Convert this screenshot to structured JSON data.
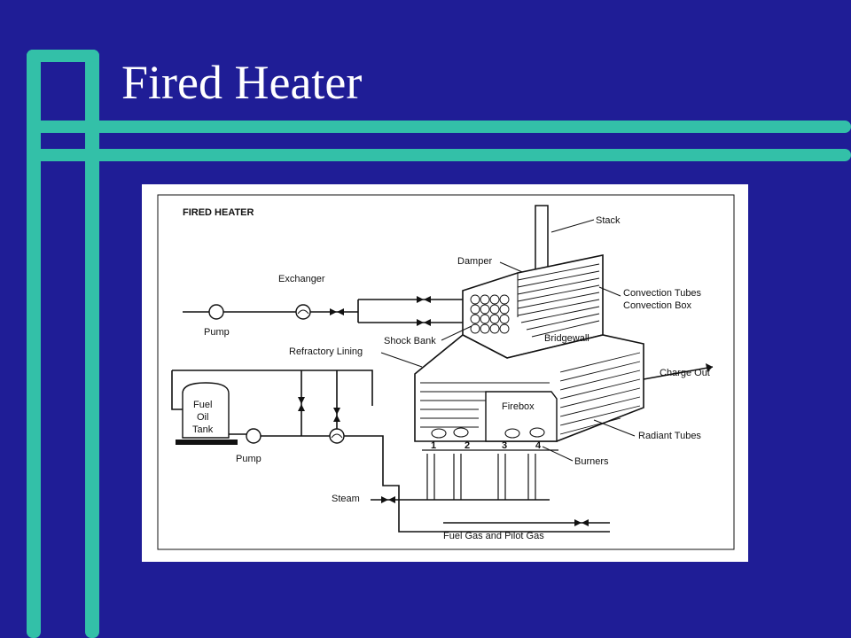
{
  "slide": {
    "title": "Fired Heater",
    "colors": {
      "background": "#1f1d96",
      "accent": "#33c0a8",
      "title": "#ffffff"
    }
  },
  "figure": {
    "caption": "FIRED HEATER",
    "labels": {
      "stack": "Stack",
      "damper": "Damper",
      "exchanger": "Exchanger",
      "convection_tubes": "Convection Tubes",
      "convection_box": "Convection Box",
      "pump_top": "Pump",
      "shock_bank": "Shock Bank",
      "bridgewall": "Bridgewall",
      "refractory_lining": "Refractory Lining",
      "charge_out": "Charge Out",
      "fuel": "Fuel",
      "oil": "Oil",
      "tank": "Tank",
      "firebox": "Firebox",
      "radiant_tubes": "Radiant Tubes",
      "pump_bottom": "Pump",
      "burners": "Burners",
      "steam": "Steam",
      "fuel_gas": "Fuel Gas and Pilot Gas"
    },
    "burner_numbers": [
      "1",
      "2",
      "3",
      "4"
    ]
  }
}
